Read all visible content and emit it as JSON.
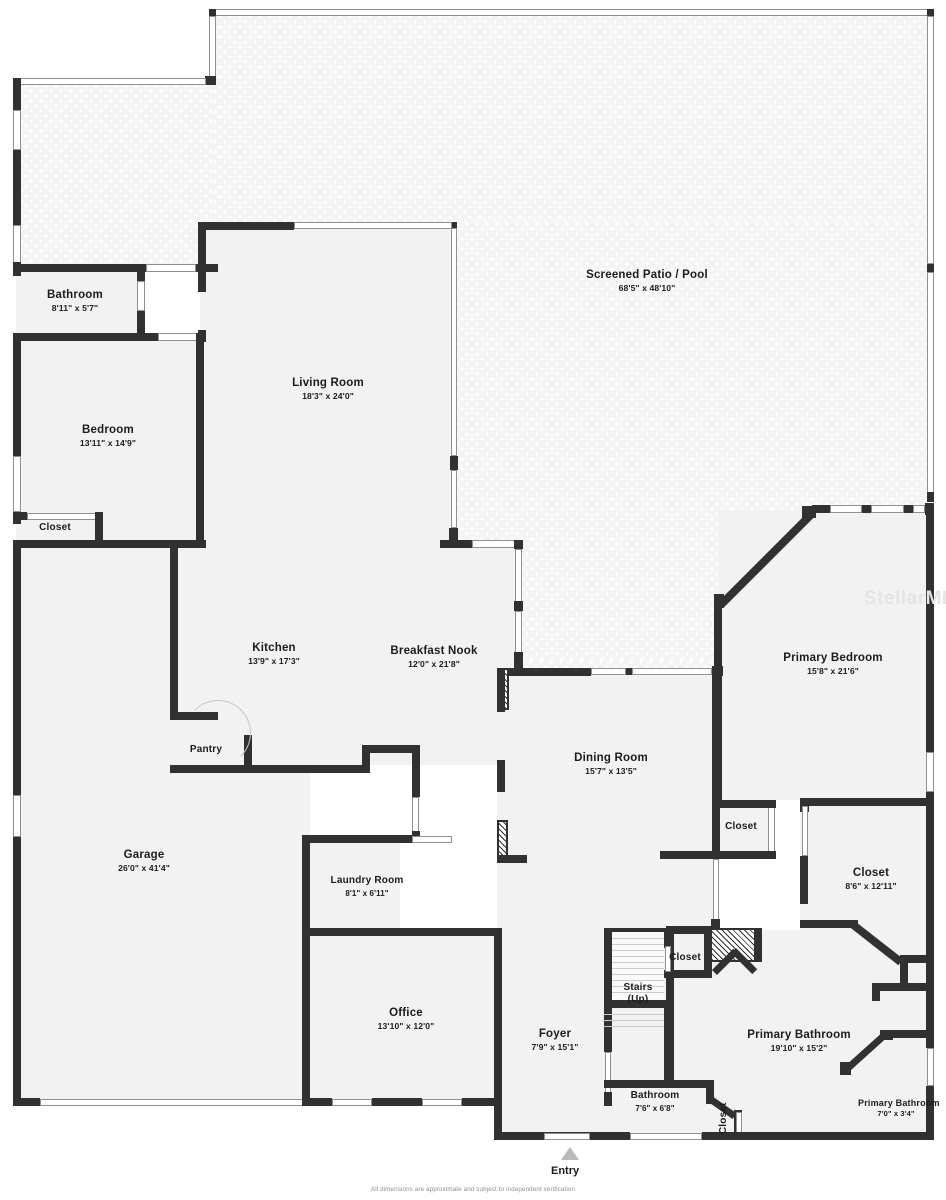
{
  "document": {
    "type": "floor-plan",
    "watermark": "StellarMLS",
    "footer_note": "All dimensions are approximate and subject to independent verification",
    "entry_label": "Entry"
  },
  "colors": {
    "wall": "#2f3133",
    "floor_fill": "#f2f2f2",
    "screen_fill": "#f4f4f4",
    "text": "#1b1c1e",
    "page_background": "#ffffff",
    "watermark": "#e4e4e4",
    "footer_text": "#8b8d8f"
  },
  "rooms": [
    {
      "id": "screened-patio-pool",
      "name": "Screened Patio / Pool",
      "dimensions": "68'5\" x 48'10\""
    },
    {
      "id": "bathroom-guest",
      "name": "Bathroom",
      "dimensions": "8'11\" x 5'7\""
    },
    {
      "id": "bedroom",
      "name": "Bedroom",
      "dimensions": "13'11\" x 14'9\""
    },
    {
      "id": "closet-bedroom",
      "name": "Closet",
      "dimensions": ""
    },
    {
      "id": "living-room",
      "name": "Living Room",
      "dimensions": "18'3\" x 24'0\""
    },
    {
      "id": "kitchen",
      "name": "Kitchen",
      "dimensions": "13'9\" x 17'3\""
    },
    {
      "id": "breakfast-nook",
      "name": "Breakfast Nook",
      "dimensions": "12'0\" x 21'8\""
    },
    {
      "id": "pantry",
      "name": "Pantry",
      "dimensions": ""
    },
    {
      "id": "garage",
      "name": "Garage",
      "dimensions": "26'0\" x 41'4\""
    },
    {
      "id": "laundry-room",
      "name": "Laundry Room",
      "dimensions": "8'1\" x 6'11\""
    },
    {
      "id": "office",
      "name": "Office",
      "dimensions": "13'10\" x 12'0\""
    },
    {
      "id": "dining-room",
      "name": "Dining Room",
      "dimensions": "15'7\" x 13'5\""
    },
    {
      "id": "primary-bedroom",
      "name": "Primary Bedroom",
      "dimensions": "15'8\" x 21'6\""
    },
    {
      "id": "closet-dining",
      "name": "Closet",
      "dimensions": ""
    },
    {
      "id": "closet-primary",
      "name": "Closet",
      "dimensions": "8'6\" x 12'11\""
    },
    {
      "id": "foyer",
      "name": "Foyer",
      "dimensions": "7'9\" x 15'1\""
    },
    {
      "id": "stairs",
      "name": "Stairs",
      "dimensions": "(Up)"
    },
    {
      "id": "closet-stairs",
      "name": "Closet",
      "dimensions": ""
    },
    {
      "id": "bathroom-foyer",
      "name": "Bathroom",
      "dimensions": "7'6\" x 6'8\""
    },
    {
      "id": "closet-bath",
      "name": "Closet",
      "dimensions": ""
    },
    {
      "id": "primary-bathroom",
      "name": "Primary Bathroom",
      "dimensions": "19'10\" x 15'2\""
    },
    {
      "id": "primary-bathroom-2",
      "name": "Primary Bathroom",
      "dimensions": "7'0\" x 3'4\""
    }
  ]
}
